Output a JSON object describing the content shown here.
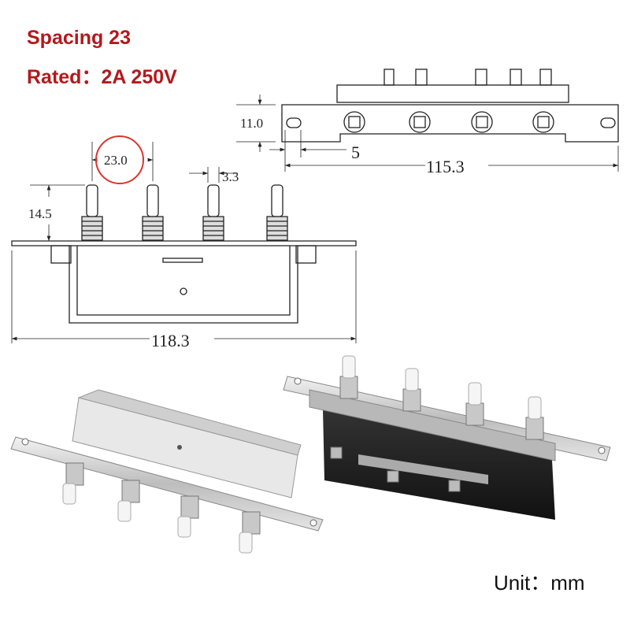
{
  "header": {
    "spacing": "Spacing 23",
    "rated": "Rated：2A 250V"
  },
  "top_drawing": {
    "height_dim": "11.0",
    "offset_dim": "5",
    "width_dim": "115.3"
  },
  "front_drawing": {
    "spacing_dim": "23.0",
    "pin_dim": "3.3",
    "plunger_dim": "14.5",
    "width_dim": "118.3"
  },
  "footer": {
    "unit": "Unit：mm"
  },
  "colors": {
    "title": "#b3191c",
    "highlight_circle": "#d9362f"
  }
}
